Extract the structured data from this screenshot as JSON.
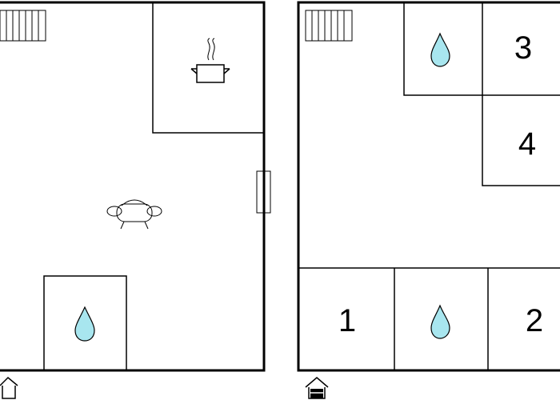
{
  "floor_left": {
    "rooms": []
  },
  "floor_right": {
    "room_numbers": {
      "room1": "1",
      "room2": "2",
      "room3": "3",
      "room4": "4"
    }
  },
  "colors": {
    "water_drop": "#a8e6ef",
    "wall": "#000000",
    "background": "#ffffff"
  },
  "icons": {
    "radiator": "radiator-icon",
    "stove": "cooking-pot-icon",
    "sofa": "sofa-icon",
    "window": "window-icon",
    "bathroom": "water-drop-icon",
    "entrance": "house-entrance-icon"
  }
}
